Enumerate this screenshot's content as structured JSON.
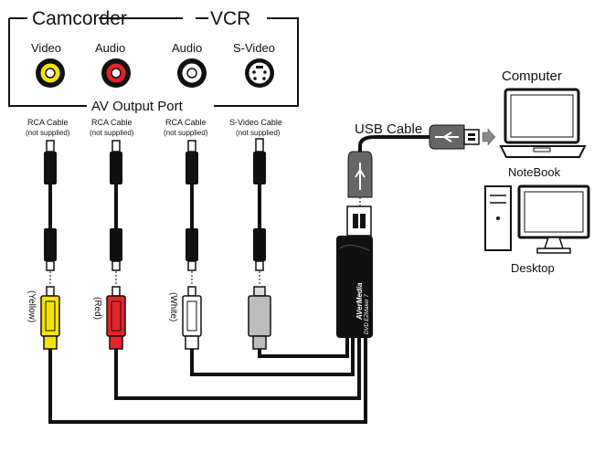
{
  "header": {
    "camcorder": "Camcorder",
    "vcr": "VCR",
    "av_output_port": "AV Output Port"
  },
  "ports": [
    {
      "label": "Video",
      "color": "#f4e400"
    },
    {
      "label": "Audio",
      "color": "#e8232a"
    },
    {
      "label": "Audio",
      "color": "#ffffff"
    },
    {
      "label": "S-Video",
      "color": "#ffffff"
    }
  ],
  "cables": [
    {
      "name": "RCA Cable",
      "note": "(not supplied)",
      "plug_label": "(Yellow)",
      "plug_color": "#f4e400"
    },
    {
      "name": "RCA Cable",
      "note": "(not supplied)",
      "plug_label": "(Red)",
      "plug_color": "#e8232a"
    },
    {
      "name": "RCA Cable",
      "note": "(not supplied)",
      "plug_label": "(White)",
      "plug_color": "#ffffff"
    },
    {
      "name": "S-Video Cable",
      "note": "(not supplied)",
      "plug_label": "",
      "plug_color": "#bdbdbd"
    }
  ],
  "usb": {
    "label": "USB Cable"
  },
  "device": {
    "brand": "AVerMedia",
    "model": "DVD EZMaker 7"
  },
  "computer": {
    "title": "Computer",
    "notebook": "NoteBook",
    "desktop": "Desktop"
  }
}
